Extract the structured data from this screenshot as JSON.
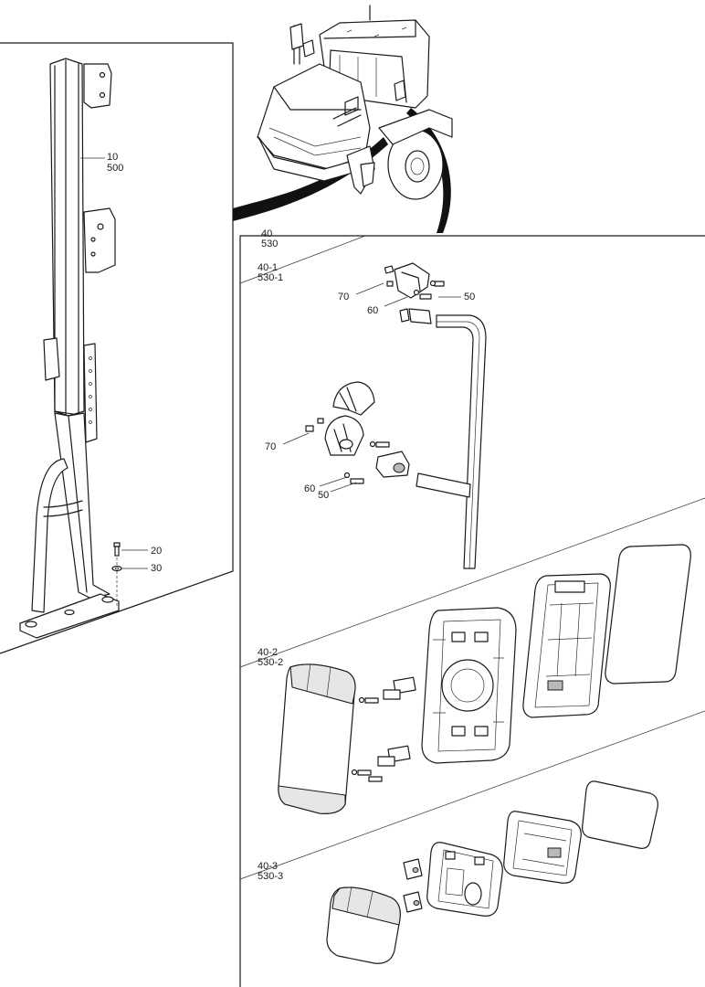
{
  "callouts": {
    "c10": "10",
    "c500": "500",
    "c20": "20",
    "c30": "30",
    "c40": "40",
    "c530": "530",
    "c40_1": "40-1",
    "c530_1": "530-1",
    "c70a": "70",
    "c50a": "50",
    "c60a": "60",
    "c70b": "70",
    "c60b": "60",
    "c50b": "50",
    "c40_2": "40-2",
    "c530_2": "530-2",
    "c40_3": "40-3",
    "c530_3": "530-3"
  }
}
